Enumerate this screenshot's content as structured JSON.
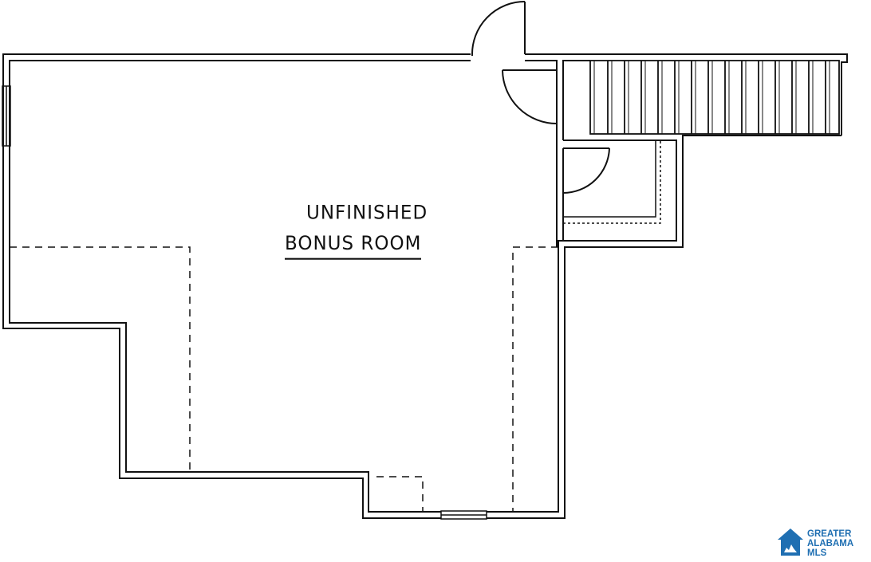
{
  "room": {
    "line1": "UNFINISHED",
    "line2": "BONUS ROOM"
  },
  "watermark": {
    "line1": "GREATER",
    "line2": "ALABAMA",
    "line3": "MLS",
    "icon": "house-icon",
    "color": "#1f6fb2"
  },
  "colors": {
    "wall": "#111111",
    "background": "#ffffff"
  }
}
